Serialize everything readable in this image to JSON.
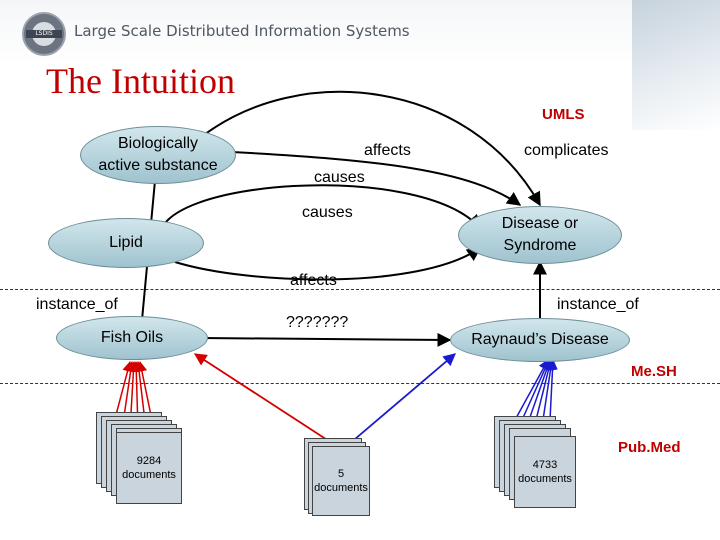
{
  "header": {
    "logo_text": "LSDIS",
    "system_name": "Large Scale Distributed Information Systems"
  },
  "title": "The Intuition",
  "labels": {
    "umls": "UMLS",
    "mesh": "Me.SH",
    "pubmed": "Pub.Med"
  },
  "nodes": {
    "bio_line1": "Biologically",
    "bio_line2": "active substance",
    "lipid": "Lipid",
    "disease_line1": "Disease or",
    "disease_line2": "Syndrome",
    "fish_oils": "Fish Oils",
    "raynaud": "Raynaud’s Disease"
  },
  "edges": {
    "affects_top": "affects",
    "complicates": "complicates",
    "causes_1": "causes",
    "causes_2": "causes",
    "affects_bottom": "affects",
    "instance_of_left": "instance_of",
    "instance_of_right": "instance_of",
    "unknown": "???????"
  },
  "documents": {
    "left": {
      "count": "9284",
      "word": "documents"
    },
    "middle": {
      "count": "5",
      "word": "documents"
    },
    "right": {
      "count": "4733",
      "word": "documents"
    }
  },
  "colors": {
    "title_red": "#c00000",
    "red_arrows": "#d40000",
    "blue_arrows": "#1a1ad0",
    "node_fill": "#a9cbd6"
  }
}
